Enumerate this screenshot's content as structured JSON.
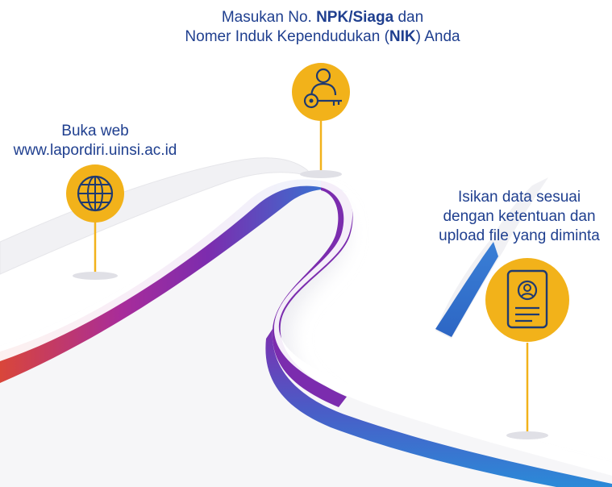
{
  "steps": [
    {
      "id": "step-buka-web",
      "icon": "globe-icon",
      "line1": "Buka web",
      "line2": "www.lapordiri.uinsi.ac.id"
    },
    {
      "id": "step-npk-nik",
      "icon": "user-key-icon",
      "line1_prefix": "Masukan No. ",
      "line1_bold": "NPK/Siaga",
      "line1_suffix": " dan",
      "line2_prefix": "Nomer Induk Kependudukan (",
      "line2_bold": "NIK",
      "line2_suffix": ") Anda"
    },
    {
      "id": "step-isi-data",
      "icon": "id-card-icon",
      "line1": "Isikan data sesuai",
      "line2": "dengan ketentuan dan",
      "line3": "upload file yang diminta"
    }
  ],
  "colors": {
    "text": "#1f3f8f",
    "pin": "#f2b21a",
    "pin_stick": "#f2b21a",
    "icon_stroke": "#1f3a70",
    "road_start": "#d9463a",
    "road_mid": "#8a24a8",
    "road_end": "#2b7fd8"
  }
}
